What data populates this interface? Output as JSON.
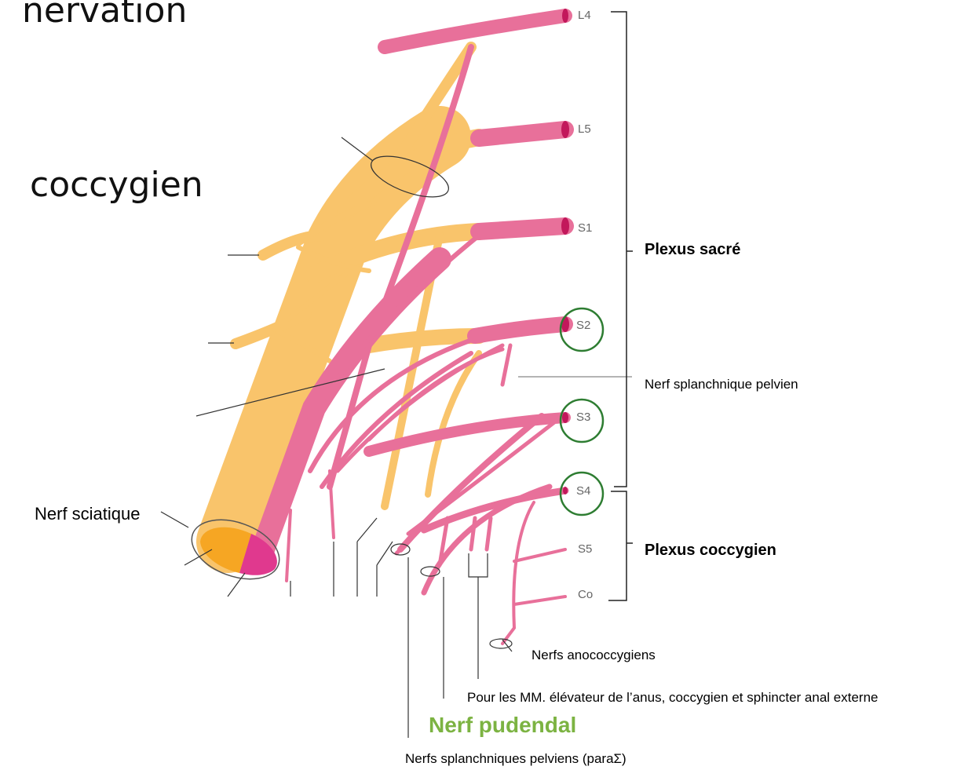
{
  "title_fragments": {
    "top": "nervation",
    "mid": "coccygien"
  },
  "roots": [
    "L4",
    "L5",
    "S1",
    "S2",
    "S3",
    "S4",
    "S5",
    "Co"
  ],
  "highlighted_roots": [
    "S2",
    "S3",
    "S4"
  ],
  "labels": {
    "plexus_sacre": "Plexus sacré",
    "plexus_coccygien": "Plexus coccygien",
    "nerf_splanchnique_pelvien": "Nerf splanchnique pelvien",
    "nerf_sciatique": "Nerf sciatique",
    "nerfs_anococcygiens": "Nerfs anococcygiens",
    "muscles_note": "Pour les MM. élévateur de l’anus, coccygien et sphincter anal externe",
    "nerf_pudendal": "Nerf pudendal",
    "nerfs_splanchniques_pelviens": "Nerfs splanchniques pelviens (paraΣ)"
  },
  "colors": {
    "nerve_pink": "#e8709a",
    "nerve_yellow": "#f9c46b",
    "sciatic_orange": "#f6a623",
    "sciatic_magenta": "#e0398e",
    "highlight_green": "#2e7d32",
    "pudendal_green": "#7cb342"
  }
}
